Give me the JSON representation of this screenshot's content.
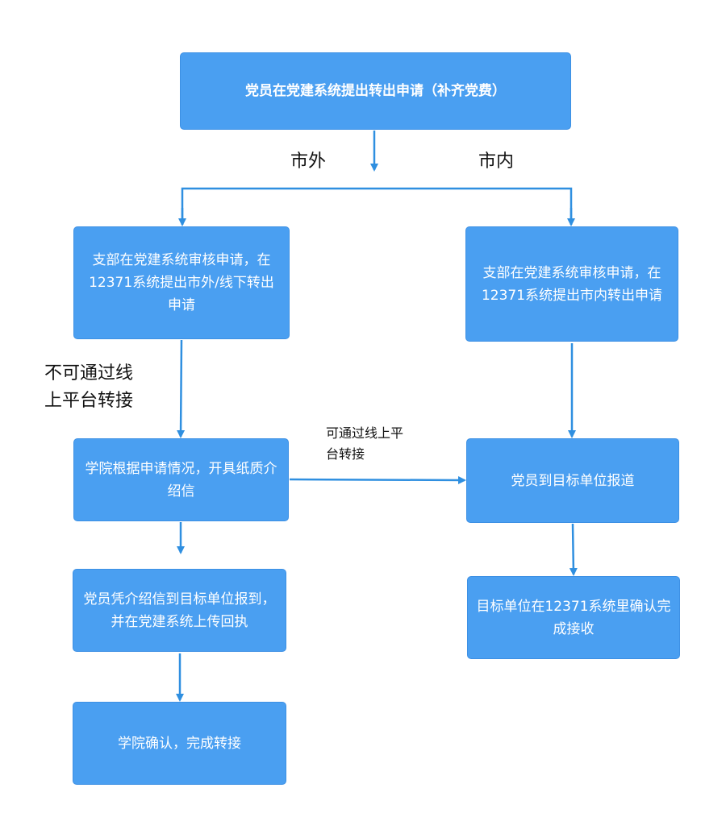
{
  "nodes": {
    "apply": "党员在党建系统提出转出申请（补齐党费）",
    "branch_out": "支部在党建系统审核申请，在12371系统提出市外/线下转出申请",
    "branch_in": "支部在党建系统审核申请，在12371系统提出市内转出申请",
    "college_letter": "学院根据申请情况，开具纸质介绍信",
    "report_target": "党员到目标单位报道",
    "member_report": "党员凭介绍信到目标单位报到，并在党建系统上传回执",
    "target_confirm": "目标单位在12371系统里确认完成接收",
    "college_confirm": "学院确认，完成转接"
  },
  "labels": {
    "outside_city": "市外",
    "inside_city": "市内",
    "no_online_line1": "不可通过线",
    "no_online_line2": "上平台转接",
    "can_online_line1": "可通过线上平",
    "can_online_line2": "台转接"
  },
  "colors": {
    "box_fill": "#4a9ff1",
    "box_text": "#ffffff",
    "connector": "#2f8fe0",
    "label_text": "#111111"
  }
}
